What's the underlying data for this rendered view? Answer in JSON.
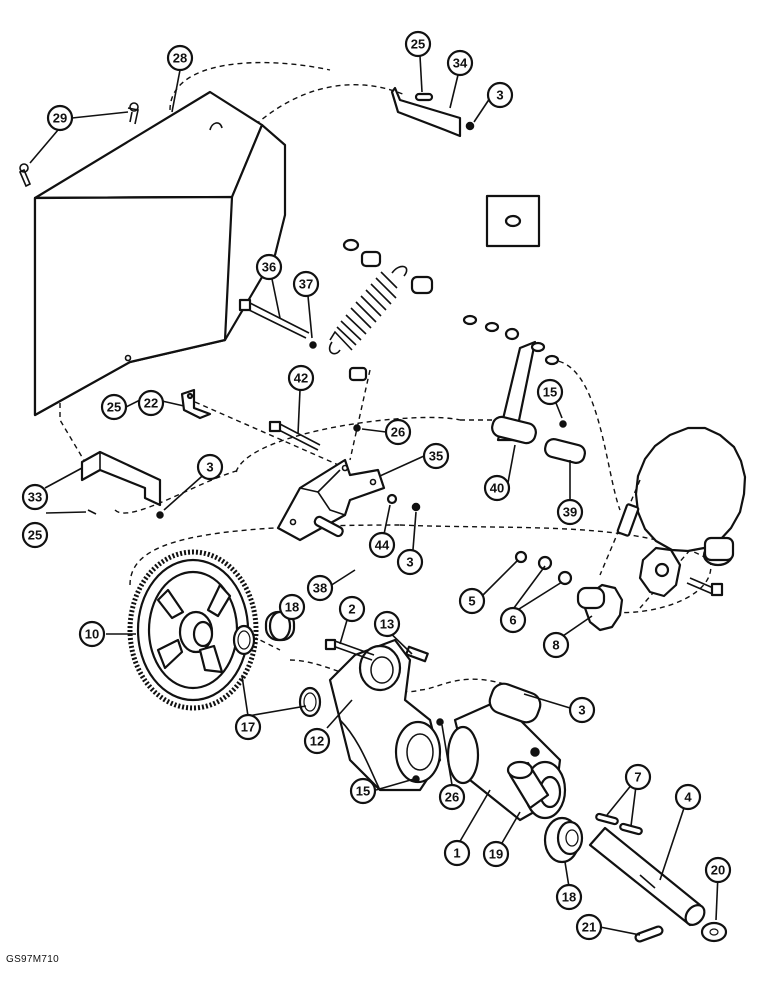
{
  "document_code": "GS97M710",
  "callouts": [
    "28",
    "29",
    "25",
    "34",
    "3",
    "36",
    "37",
    "42",
    "25",
    "22",
    "26",
    "15",
    "35",
    "3",
    "33",
    "25",
    "40",
    "39",
    "44",
    "3",
    "38",
    "5",
    "6",
    "8",
    "10",
    "18",
    "2",
    "13",
    "17",
    "12",
    "15",
    "26",
    "3",
    "1",
    "7",
    "4",
    "19",
    "18",
    "20",
    "21"
  ]
}
